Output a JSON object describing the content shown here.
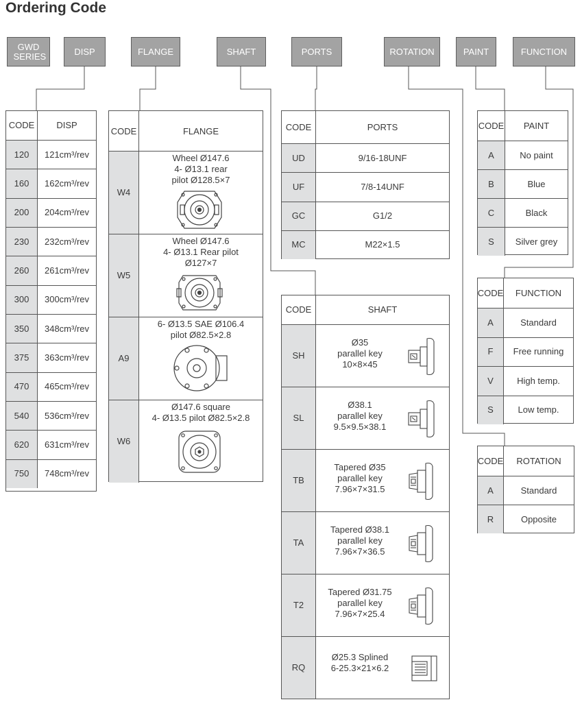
{
  "title": "Ordering Code",
  "headers": {
    "series": "GWD SERIES",
    "disp": "DISP",
    "flange": "FLANGE",
    "shaft": "SHAFT",
    "ports": "PORTS",
    "rotation": "ROTATION",
    "paint": "PAINT",
    "function": "FUNCTION"
  },
  "disp_table": {
    "col_code": "CODE",
    "col_value": "DISP",
    "rows": [
      {
        "code": "120",
        "value": "121cm³/rev"
      },
      {
        "code": "160",
        "value": "162cm³/rev"
      },
      {
        "code": "200",
        "value": "204cm³/rev"
      },
      {
        "code": "230",
        "value": "232cm³/rev"
      },
      {
        "code": "260",
        "value": "261cm³/rev"
      },
      {
        "code": "300",
        "value": "300cm³/rev"
      },
      {
        "code": "350",
        "value": "348cm³/rev"
      },
      {
        "code": "375",
        "value": "363cm³/rev"
      },
      {
        "code": "470",
        "value": "465cm³/rev"
      },
      {
        "code": "540",
        "value": "536cm³/rev"
      },
      {
        "code": "620",
        "value": "631cm³/rev"
      },
      {
        "code": "750",
        "value": "748cm³/rev"
      }
    ]
  },
  "flange_table": {
    "col_code": "CODE",
    "col_value": "FLANGE",
    "rows": [
      {
        "code": "W4",
        "lines": [
          "Wheel Ø147.6",
          "4- Ø13.1 rear",
          "pilot Ø128.5×7"
        ]
      },
      {
        "code": "W5",
        "lines": [
          "Wheel Ø147.6",
          "4- Ø13.1 Rear pilot",
          "Ø127×7"
        ]
      },
      {
        "code": "A9",
        "lines": [
          "6- Ø13.5 SAE Ø106.4",
          "pilot Ø82.5×2.8"
        ]
      },
      {
        "code": "W6",
        "lines": [
          "Ø147.6 square",
          "4- Ø13.5 pilot Ø82.5×2.8"
        ]
      }
    ]
  },
  "ports_table": {
    "col_code": "CODE",
    "col_value": "PORTS",
    "rows": [
      {
        "code": "UD",
        "value": "9/16-18UNF"
      },
      {
        "code": "UF",
        "value": "7/8-14UNF"
      },
      {
        "code": "GC",
        "value": "G1/2"
      },
      {
        "code": "MC",
        "value": "M22×1.5"
      }
    ]
  },
  "shaft_table": {
    "col_code": "CODE",
    "col_value": "SHAFT",
    "rows": [
      {
        "code": "SH",
        "lines": [
          "Ø35",
          "parallel key",
          "10×8×45"
        ]
      },
      {
        "code": "SL",
        "lines": [
          "Ø38.1",
          "parallel key",
          "9.5×9.5×38.1"
        ]
      },
      {
        "code": "TB",
        "lines": [
          "Tapered  Ø35",
          "parallel key",
          "7.96×7×31.5"
        ]
      },
      {
        "code": "TA",
        "lines": [
          "Tapered Ø38.1",
          "parallel key",
          "7.96×7×36.5"
        ]
      },
      {
        "code": "T2",
        "lines": [
          "Tapered Ø31.75",
          "parallel key",
          "7.96×7×25.4"
        ]
      },
      {
        "code": "RQ",
        "lines": [
          "Ø25.3 Splined",
          "6-25.3×21×6.2"
        ]
      }
    ]
  },
  "paint_table": {
    "col_code": "CODE",
    "col_value": "PAINT",
    "rows": [
      {
        "code": "A",
        "value": "No paint"
      },
      {
        "code": "B",
        "value": "Blue"
      },
      {
        "code": "C",
        "value": "Black"
      },
      {
        "code": "S",
        "value": "Silver grey"
      }
    ]
  },
  "function_table": {
    "col_code": "CODE",
    "col_value": "FUNCTION",
    "rows": [
      {
        "code": "A",
        "value": "Standard"
      },
      {
        "code": "F",
        "value": "Free running"
      },
      {
        "code": "V",
        "value": "High temp."
      },
      {
        "code": "S",
        "value": "Low temp."
      }
    ]
  },
  "rotation_table": {
    "col_code": "CODE",
    "col_value": "ROTATION",
    "rows": [
      {
        "code": "A",
        "value": "Standard"
      },
      {
        "code": "R",
        "value": "Opposite"
      }
    ]
  }
}
